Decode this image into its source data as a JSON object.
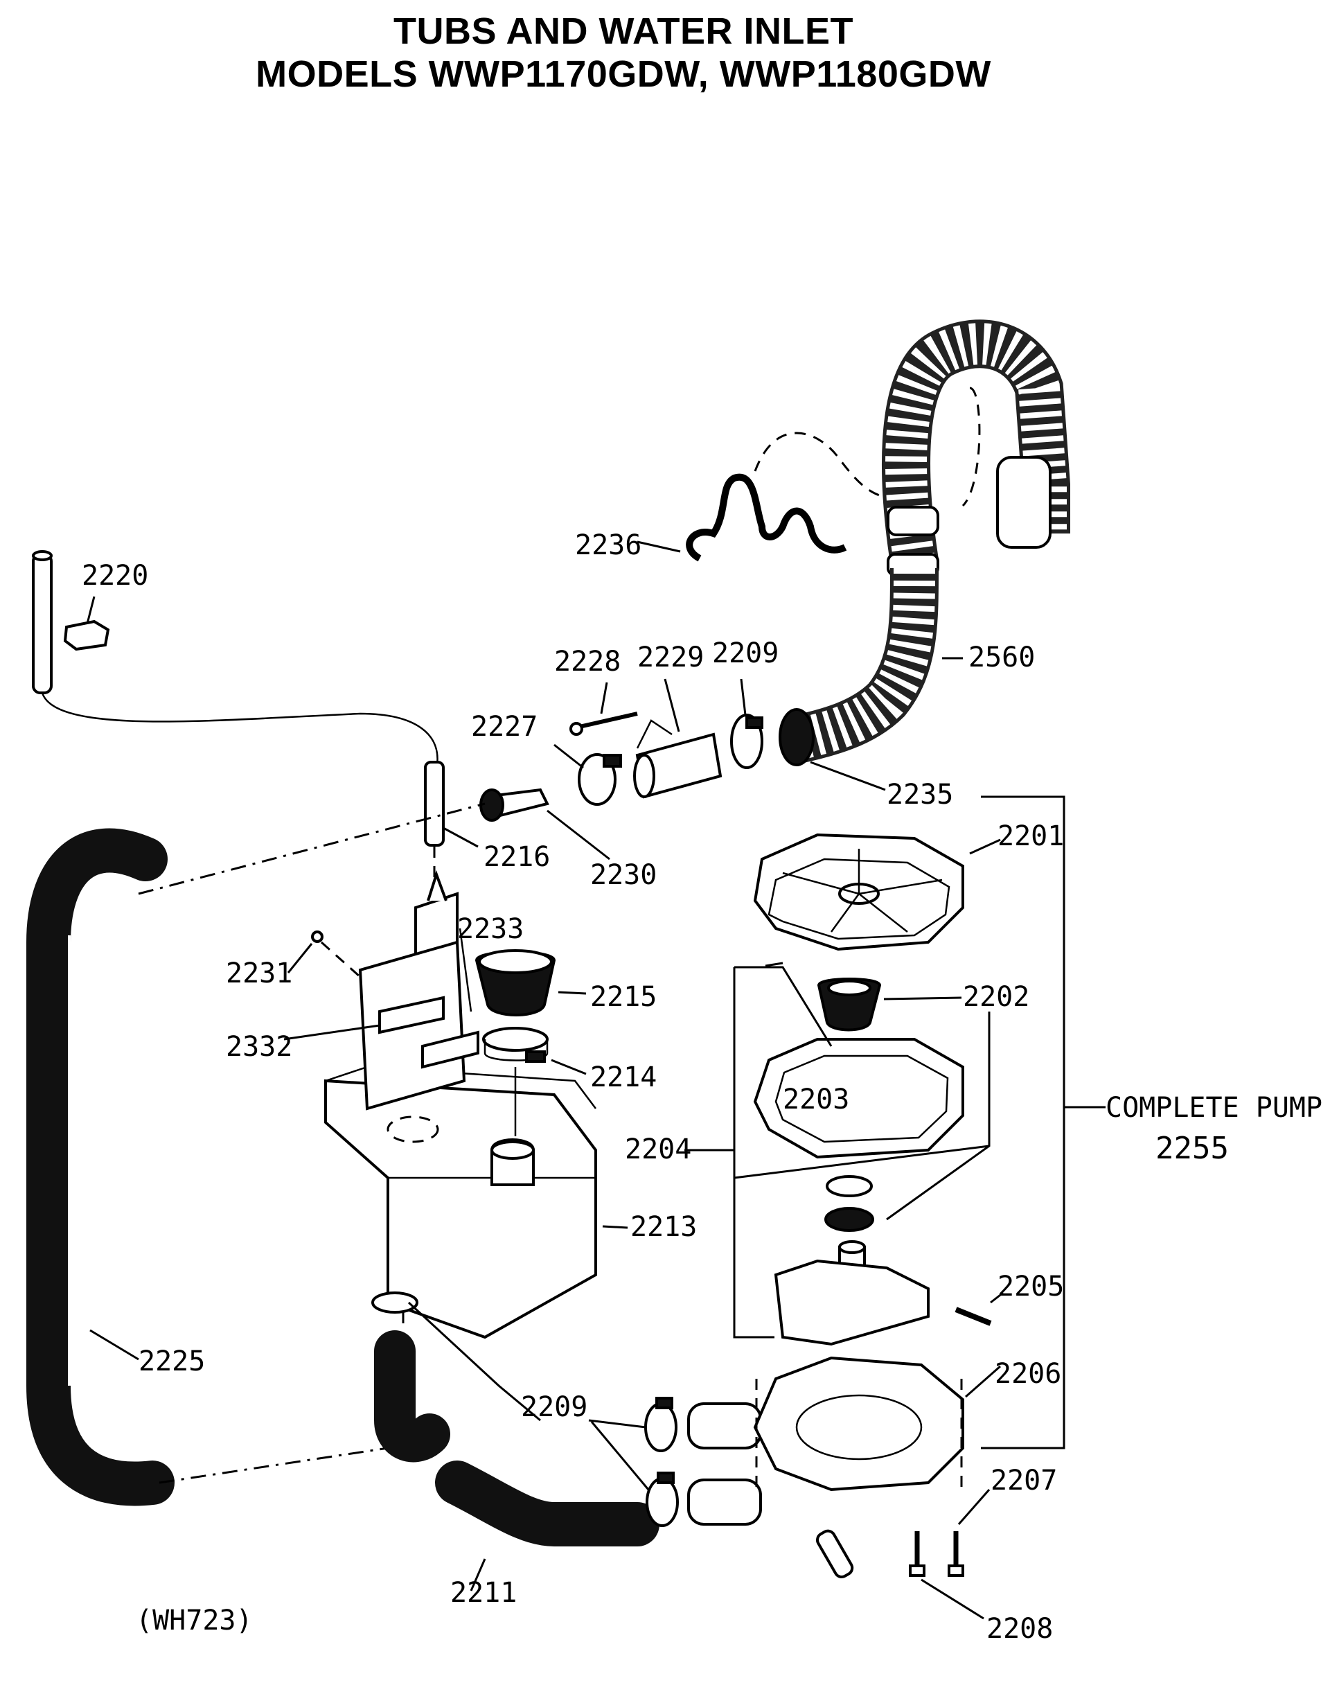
{
  "title": {
    "line1": "TUBS AND WATER INLET",
    "line2": "MODELS WWP1170GDW, WWP1180GDW"
  },
  "labels": {
    "p2220": "2220",
    "p2236": "2236",
    "p2560": "2560",
    "p2228": "2228",
    "p2229": "2229",
    "p2209a": "2209",
    "p2227": "2227",
    "p2235": "2235",
    "p2216": "2216",
    "p2230": "2230",
    "p2201": "2201",
    "p2231": "2231",
    "p2233": "2233",
    "p2215": "2215",
    "p2202": "2202",
    "p2332": "2332",
    "p2214": "2214",
    "p2203": "2203",
    "p2204": "2204",
    "p2213": "2213",
    "p2205": "2205",
    "p2225": "2225",
    "p2209b": "2209",
    "p2206": "2206",
    "p2207": "2207",
    "p2211": "2211",
    "p2208": "2208",
    "complete_pump": "COMPLETE  PUMP",
    "p2255": "2255",
    "diagram_code": "(WH723)"
  }
}
